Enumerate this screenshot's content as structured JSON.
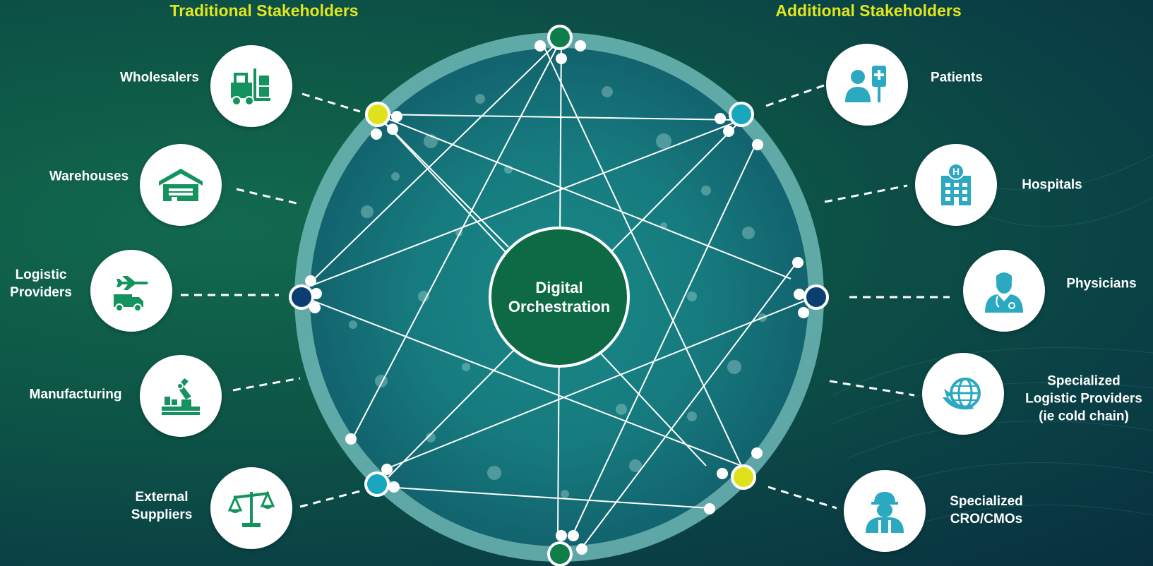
{
  "headings": {
    "left": "Traditional Stakeholders",
    "right": "Additional Stakeholders"
  },
  "center": {
    "line1": "Digital",
    "line2": "Orchestration"
  },
  "left_stakeholders": [
    {
      "lines": [
        "Wholesalers"
      ],
      "icon": "forklift-icon"
    },
    {
      "lines": [
        "Warehouses"
      ],
      "icon": "warehouse-icon"
    },
    {
      "lines": [
        "Logistic",
        "Providers"
      ],
      "icon": "plane-truck-icon"
    },
    {
      "lines": [
        "Manufacturing"
      ],
      "icon": "robot-arm-icon"
    },
    {
      "lines": [
        "External",
        "Suppliers"
      ],
      "icon": "scales-icon"
    }
  ],
  "right_stakeholders": [
    {
      "lines": [
        "Patients"
      ],
      "icon": "patient-iv-icon"
    },
    {
      "lines": [
        "Hospitals"
      ],
      "icon": "hospital-icon"
    },
    {
      "lines": [
        "Physicians"
      ],
      "icon": "physician-icon"
    },
    {
      "lines": [
        "Specialized",
        "Logistic Providers",
        "(ie cold chain)"
      ],
      "icon": "globe-plane-icon"
    },
    {
      "lines": [
        "Specialized",
        "CRO/CMOs"
      ],
      "icon": "worker-icon"
    }
  ],
  "colors": {
    "heading": "#e2e61f",
    "icon_green": "#14935f",
    "icon_teal": "#17a2b8",
    "node_yellow": "#dfe21b",
    "node_teal": "#18a7bd",
    "node_navy": "#0b3f72",
    "node_green": "#0e7c4b"
  }
}
